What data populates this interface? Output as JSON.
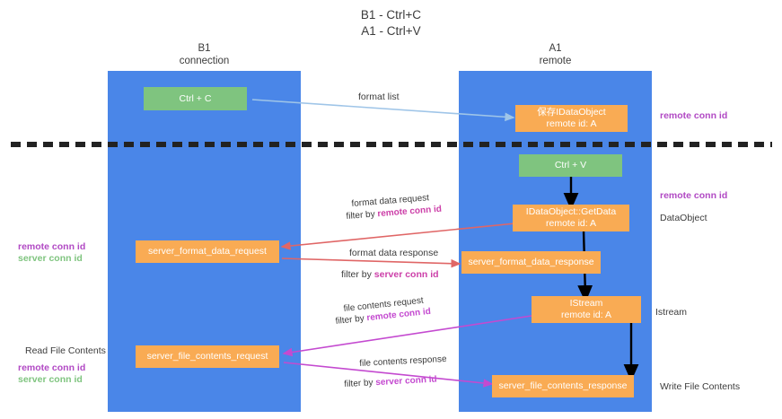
{
  "title": {
    "line1": "B1 - Ctrl+C",
    "line2": "A1 - Ctrl+V"
  },
  "lanes": [
    {
      "name": "B1",
      "subtitle": "connection"
    },
    {
      "name": "A1",
      "subtitle": "remote"
    }
  ],
  "boxes": {
    "ctrl_c": {
      "line1": "Ctrl + C",
      "line2": "",
      "color": "#7fc47f"
    },
    "save_dataobject": {
      "line1": "保存IDataObject",
      "line2": "remote id: A",
      "color": "#f9ab54"
    },
    "ctrl_v": {
      "line1": "Ctrl + V",
      "line2": "",
      "color": "#7fc47f"
    },
    "getdata": {
      "line1": "IDataObject::GetData",
      "line2": "remote id: A",
      "color": "#f9ab54"
    },
    "server_format_data_request": {
      "line1": "server_format_data_request",
      "line2": "",
      "color": "#f9ab54"
    },
    "server_format_data_response": {
      "line1": "server_format_data_response",
      "line2": "",
      "color": "#f9ab54"
    },
    "istream": {
      "line1": "IStream",
      "line2": "remote id: A",
      "color": "#f9ab54"
    },
    "server_file_contents_request": {
      "line1": "server_file_contents_request",
      "line2": "",
      "color": "#f9ab54"
    },
    "server_file_contents_response": {
      "line1": "server_file_contents_response",
      "line2": "",
      "color": "#f9ab54"
    }
  },
  "flow_labels": {
    "format_list": "format list",
    "format_data_request": "format data request",
    "format_data_request_filter_prefix": "filter by ",
    "format_data_request_filter_value": "remote conn id",
    "format_data_response": "format data response",
    "format_data_response_filter_prefix": "filter by ",
    "format_data_response_filter_value": "server conn id",
    "file_contents_request": "file contents request",
    "file_contents_request_filter_prefix": "filter by ",
    "file_contents_request_filter_value": "remote conn id",
    "file_contents_response": "file contents response",
    "file_contents_response_filter_prefix": "filter by ",
    "file_contents_response_filter_value": "server conn id"
  },
  "right_labels": {
    "remote_conn_id_top": "remote conn id",
    "remote_conn_id_mid": "remote conn id",
    "dataobject": "DataObject",
    "istream": "Istream",
    "write_file_contents": "Write File Contents"
  },
  "left_labels": {
    "remote_conn_id_mid": "remote conn id",
    "server_conn_id_mid": "server conn id",
    "read_file_contents": "Read File Contents",
    "remote_conn_id_bottom": "remote conn id",
    "server_conn_id_bottom": "server conn id"
  },
  "colors": {
    "lane": "#4a86e8",
    "green": "#7fc47f",
    "orange": "#f9ab54",
    "purple": "#b149c4",
    "red_arrow": "#e06666",
    "magenta_arrow": "#c44ad0",
    "blue_arrow": "#9fc5e8",
    "divider": "#222222"
  }
}
